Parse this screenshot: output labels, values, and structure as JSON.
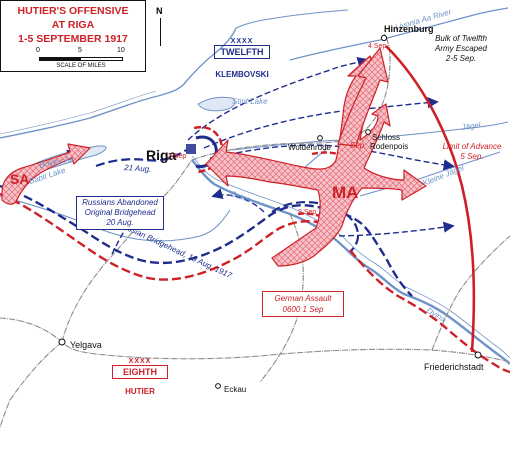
{
  "title": {
    "line1": "HUTIER'S OFFENSIVE",
    "line2": "AT RIGA",
    "line3": "1-5 SEPTEMBER 1917"
  },
  "scale": {
    "ticks": [
      "0",
      "5",
      "10"
    ],
    "label": "SCALE OF MILES"
  },
  "colors": {
    "german": "#cf2027",
    "russian": "#1f2d8c",
    "water": "#6f93c8",
    "railway": "#7a7a7a",
    "hatch_fill": "#f6b7bd"
  },
  "units": {
    "russian_army": {
      "size": "XXXX",
      "name": "TWELFTH",
      "commander": "KLEMBOVSKI"
    },
    "german_army": {
      "size": "XXXX",
      "name": "EIGHTH",
      "commander": "HUTIER"
    }
  },
  "places": {
    "riga": "Riga",
    "hinzenburg": "Hinzenburg",
    "woldenrode": "Woldenrode",
    "schloss_rodenpois": "Schloss\nRodenpois",
    "yelgava": "Yelgava",
    "eckau": "Eckau",
    "friederichstadt": "Friederichstadt"
  },
  "water_labels": {
    "river_top": "Livonia Aa River",
    "stint": "Stint Lake",
    "jagel": "Jägel",
    "kleinjagel": "Kleine Jägel",
    "dvina": "Dvina",
    "dvina_lower": "Dvina",
    "bolder": "Bolder Aa",
    "lake_w": "Babit Lake"
  },
  "annotations": {
    "escape": "Bulk of Twelfth\nArmy Escaped\n2-5 Sep.",
    "limit": "Limit of Advance\n5 Sep.",
    "abandoned": "Russians Abandoned\nOriginal Bridgehead\n20 Aug.",
    "assault": "German Assault\n0600   1 Sep",
    "bridgehead": "Russian Bridgehead, 19 Aug. 1917",
    "line_21aug": "21 Aug.",
    "sep3": "3 Sep",
    "sep4": "4 Sep",
    "sep2": "2 Sep",
    "sep_rodenpois": "Sep.",
    "sa": "SA",
    "ma": "MA"
  }
}
